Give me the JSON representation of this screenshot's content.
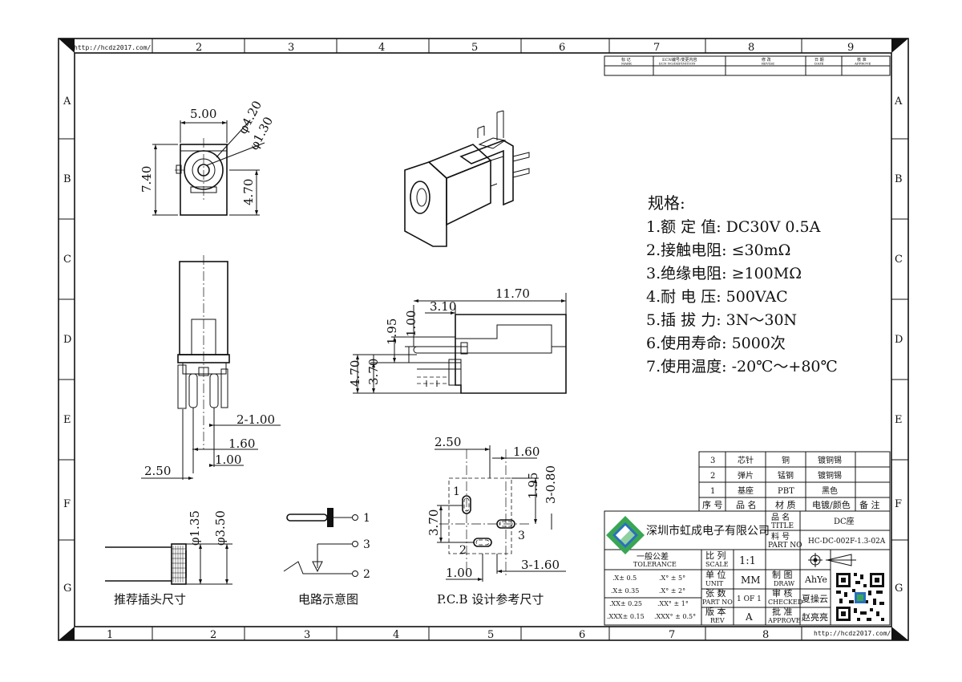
{
  "border": {
    "url_top": "http://hcdz2017.com/",
    "url_bottom": "http://hcdz2017.com/",
    "top_columns": [
      "2",
      "3",
      "4",
      "5",
      "6",
      "7",
      "8",
      "9"
    ],
    "bottom_columns": [
      "1",
      "2",
      "3",
      "4",
      "5",
      "6",
      "7",
      "8"
    ],
    "rows": [
      "A",
      "B",
      "C",
      "D",
      "E",
      "F",
      "G"
    ]
  },
  "revision_block": {
    "headers": [
      "标 记",
      "ECN编号/变更内容",
      "修 改",
      "日 期",
      "核 准"
    ],
    "subheaders": [
      "MARK",
      "ECN NO/DEFINITION",
      "REVISE",
      "DATE",
      "APPROVE"
    ]
  },
  "front_view": {
    "width": "5.00",
    "outer_dia": "φ4.20",
    "pin_dia": "φ1.30",
    "height": "7.40",
    "center_height": "4.70"
  },
  "side_view": {
    "dim_pitch": "2-1.00",
    "dim_160": "1.60",
    "dim_100": "1.00",
    "dim_250": "2.50"
  },
  "section_view": {
    "length": "11.70",
    "dim_310": "3.10",
    "dim_195": "1.95",
    "dim_100": "1.00",
    "dim_470": "4.70",
    "dim_370": "3.70"
  },
  "plug": {
    "dia_small": "φ1.35",
    "dia_large": "φ3.50",
    "caption": "推荐插头尺寸"
  },
  "circuit": {
    "pin1": "1",
    "pin3": "3",
    "pin2": "2",
    "caption": "电路示意图"
  },
  "pcb": {
    "dim_250": "2.50",
    "dim_160": "1.60",
    "dim_195": "1.95",
    "dim_3_080": "3-0.80",
    "dim_370": "3.70",
    "dim_100": "1.00",
    "dim_3_160": "3-1.60",
    "pin1": "1",
    "pin2": "2",
    "pin3": "3",
    "caption": "P.C.B 设计参考尺寸"
  },
  "specs": {
    "title": "规格:",
    "lines": [
      "1.额 定 值: DC30V 0.5A",
      "2.接触电阻: ≤30mΩ",
      "3.绝缘电阻: ≥100MΩ",
      "4.耐 电 压: 500VAC",
      "5.插 拔 力: 3N～30N",
      "6.使用寿命: 5000次",
      "7.使用温度: -20℃～+80℃"
    ]
  },
  "bom": {
    "rows": [
      [
        "3",
        "芯针",
        "铜",
        "镀铜锡",
        ""
      ],
      [
        "2",
        "弹片",
        "锰钢",
        "镀铜锡",
        ""
      ],
      [
        "1",
        "基座",
        "PBT",
        "黑色",
        ""
      ]
    ],
    "header": [
      "序 号",
      "品 名",
      "材 质",
      "电镀/颜色",
      "备 注"
    ]
  },
  "title_block": {
    "company": "深圳市虹成电子有限公司",
    "name_label": "品 名",
    "name_label_en": "TITLE",
    "name_value": "DC座",
    "part_label": "料 号",
    "part_label_en": "PART NO",
    "part_value": "HC-DC-002F-1.3-02A",
    "tol_label": "一般公差",
    "tol_label_en": "TOLERANCE",
    "tol_rows": [
      [
        ".X± 0.5",
        ".X° ± 5°"
      ],
      [
        ".X± 0.35",
        ".X° ± 2°"
      ],
      [
        ".XX± 0.25",
        ".XX° ± 1°"
      ],
      [
        ".XXX± 0.15",
        ".XXX° ± 0.5°"
      ]
    ],
    "scale_label": "比 列",
    "scale_label_en": "SCALE",
    "scale_value": "1:1",
    "unit_label": "单 位",
    "unit_label_en": "UNIT",
    "unit_value": "MM",
    "sheet_label": "张 数",
    "sheet_label_en": "PART NO",
    "sheet_value": "1 OF 1",
    "rev_label": "版 本",
    "rev_label_en": "REV",
    "rev_value": "A",
    "draw_label": "制 图",
    "draw_label_en": "DRAW",
    "draw_value": "AhYe",
    "check_label": "审 核",
    "check_label_en": "CHECKED",
    "check_value": "夏操云",
    "approve_label": "批 准",
    "approve_label_en": "APPROVE",
    "approve_value": "赵亮亮"
  },
  "colors": {
    "logo_green": "#3aa655",
    "logo_blue": "#2a6fc0",
    "line": "#111111"
  }
}
